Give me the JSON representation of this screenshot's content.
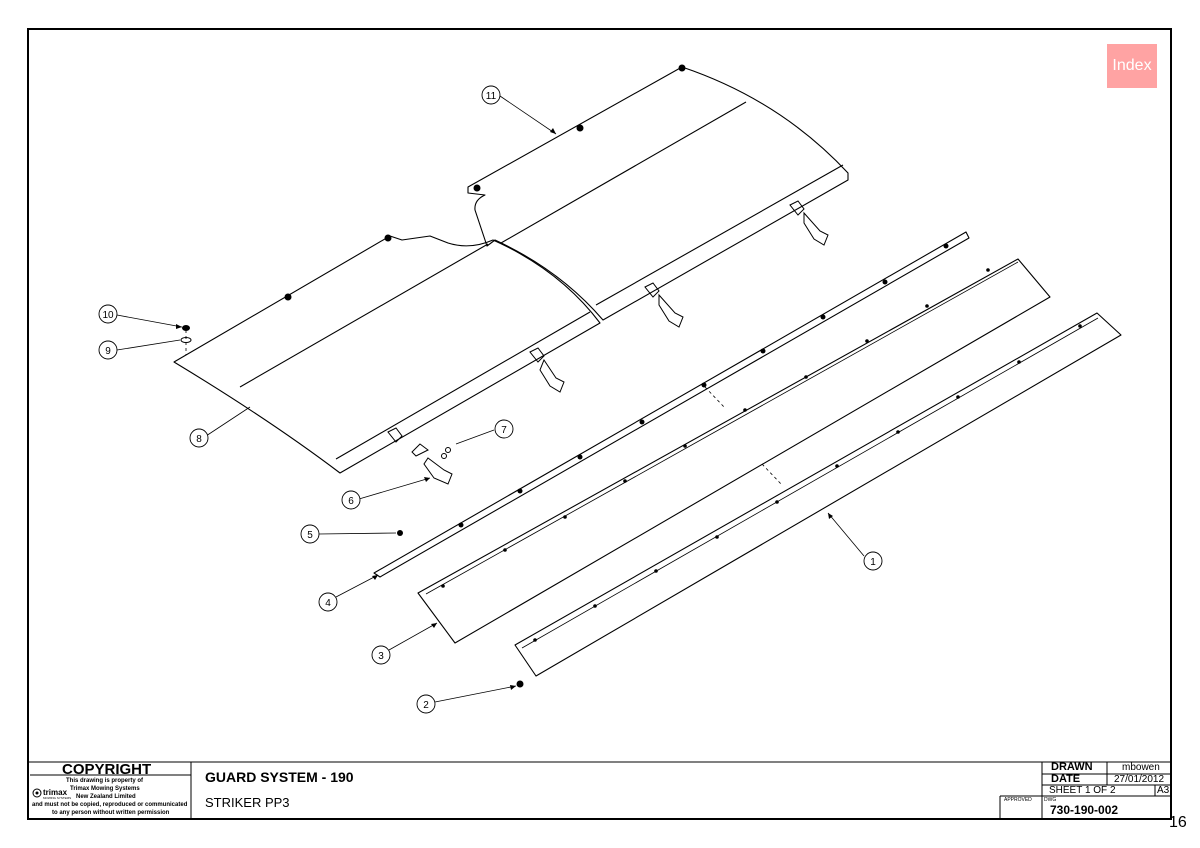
{
  "index_button": {
    "label": "Index"
  },
  "balloons": [
    {
      "id": "1",
      "label": "1"
    },
    {
      "id": "2",
      "label": "2"
    },
    {
      "id": "3",
      "label": "3"
    },
    {
      "id": "4",
      "label": "4"
    },
    {
      "id": "5",
      "label": "5"
    },
    {
      "id": "6",
      "label": "6"
    },
    {
      "id": "7",
      "label": "7"
    },
    {
      "id": "8",
      "label": "8"
    },
    {
      "id": "9",
      "label": "9"
    },
    {
      "id": "10",
      "label": "10"
    },
    {
      "id": "11",
      "label": "11"
    }
  ],
  "title_block": {
    "copyright_heading": "COPYRIGHT",
    "copyright_line1": "This drawing is property of",
    "copyright_line2": "Trimax Mowing Systems",
    "copyright_line3": "New Zealand Limited",
    "copyright_line4": "and must not be copied, reproduced or communicated",
    "copyright_line5": "to any person without written permission",
    "logo_text": "trimax",
    "logo_subtext": "MOWING SYSTEMS",
    "title": "GUARD SYSTEM - 190",
    "subtitle": "STRIKER PP3",
    "drawn_label": "DRAWN",
    "drawn_value": "mbowen",
    "date_label": "DATE",
    "date_value": "27/01/2012",
    "sheet_text": "SHEET 1 OF 2",
    "size_value": "A3",
    "approved_label": "APPROVED",
    "dwg_label": "DWG",
    "dwg_number": "730-190-002"
  },
  "page_number": "16"
}
